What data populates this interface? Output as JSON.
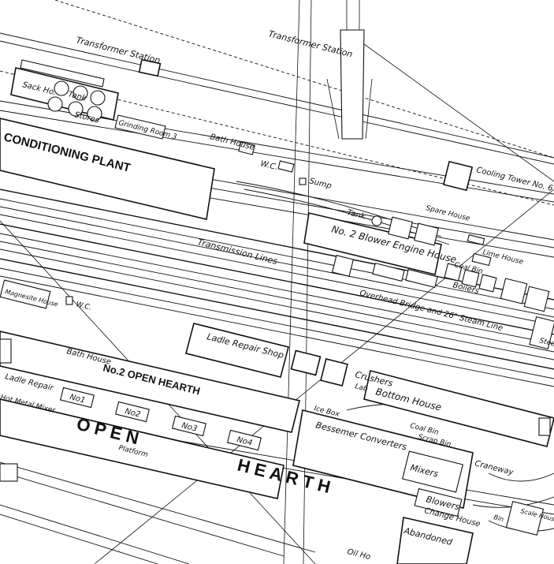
{
  "labels": {
    "transformer_station_top": "Transformer Station",
    "transformer_station_left": "Transformer Station",
    "sack_ho": "Sack Ho.",
    "tank": "Tank",
    "stores": "Stores",
    "grinding_room": "Grinding Room 3",
    "bath_house_top": "Bath House",
    "wc_top": "W.C.",
    "sump": "Sump",
    "conditioning_plant": "CONDITIONING PLANT",
    "cooling_tower": "Cooling Tower No. 6",
    "spare_house": "Spare House",
    "tank_mid": "Tank",
    "blower_house": "No. 2 Blower Engine House",
    "transmission_lines": "Transmission Lines",
    "lime_house": "Lime House",
    "coal_bin": "Coal Bin",
    "boilers": "Boilers",
    "overhead_bridge": "Overhead Bridge and 26\" Steam Line",
    "magnesite_house": "Magnesite House",
    "wc_left": "W.C.",
    "ladle_repair_shop": "Ladle Repair Shop",
    "bath_house_mid": "Bath House",
    "ladle_repair": "Ladle Repair",
    "hot_metal_mixer": "Hot Metal Mixer",
    "no2_open_hearth": "No.2 OPEN HEARTH",
    "crushers": "Crushers",
    "lab": "Lab",
    "bottom_house": "Bottom House",
    "ice_box": "Ice Box",
    "bessemer_converters": "Bessemer Converters",
    "scrap_bin": "Scrap Bin",
    "mixers": "Mixers",
    "craneway": "Craneway",
    "blowers": "Blowers",
    "change_house": "Change House",
    "abandoned": "Abandoned",
    "oil_ho": "Oil Ho",
    "platform": "Platform",
    "open_hearth_big": "O P E N",
    "hearth_big": "H E A R T H",
    "furnace_1": "No1",
    "furnace_2": "No2",
    "furnace_3": "No3",
    "furnace_4": "No4",
    "coal_bin_2": "Coal Bin",
    "scale_house": "Scale House",
    "bin": "Bin",
    "steel": "Steel"
  }
}
